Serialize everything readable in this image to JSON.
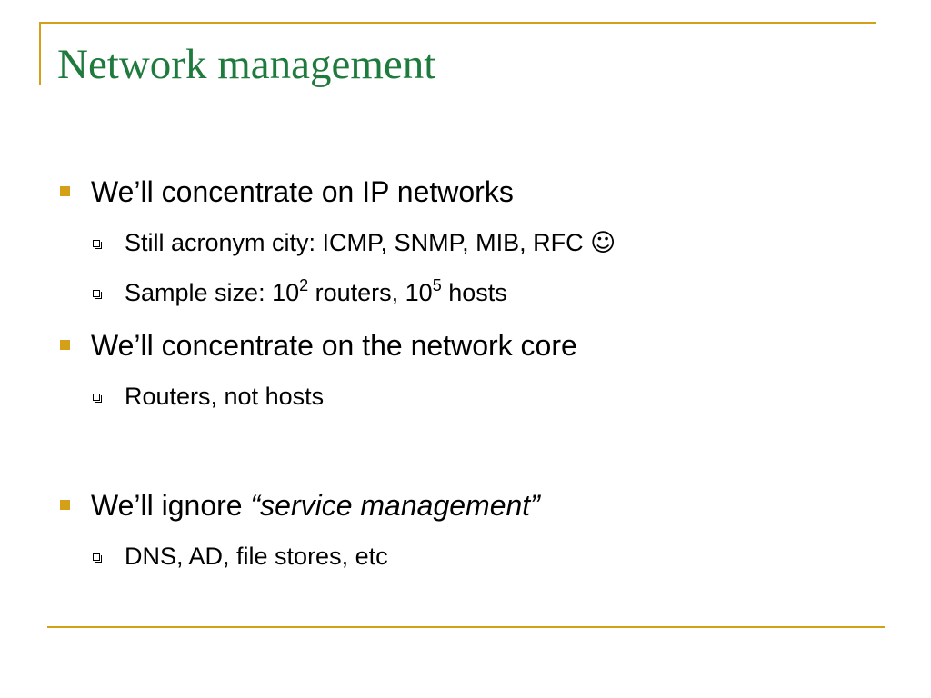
{
  "slide": {
    "title": "Network management",
    "accent_color": "#d4a017",
    "title_color": "#1f7a3e"
  },
  "bullets": [
    {
      "text": "We’ll concentrate on IP networks",
      "sub": [
        {
          "text": "Still acronym city: ICMP, SNMP, MIB, RFC",
          "icon": "smiley-icon",
          "glyph": "☺"
        },
        {
          "prefix": "Sample size: 10",
          "exp1": "2",
          "mid": " routers, 10",
          "exp2": "5",
          "suffix": " hosts"
        }
      ]
    },
    {
      "text": "We’ll concentrate on the network core",
      "sub": [
        {
          "text": "Routers, not hosts"
        }
      ]
    },
    {
      "prefix": "We’ll ignore ",
      "italic": "“service management”",
      "sub": [
        {
          "text": "DNS, AD, file stores, etc"
        }
      ]
    }
  ]
}
